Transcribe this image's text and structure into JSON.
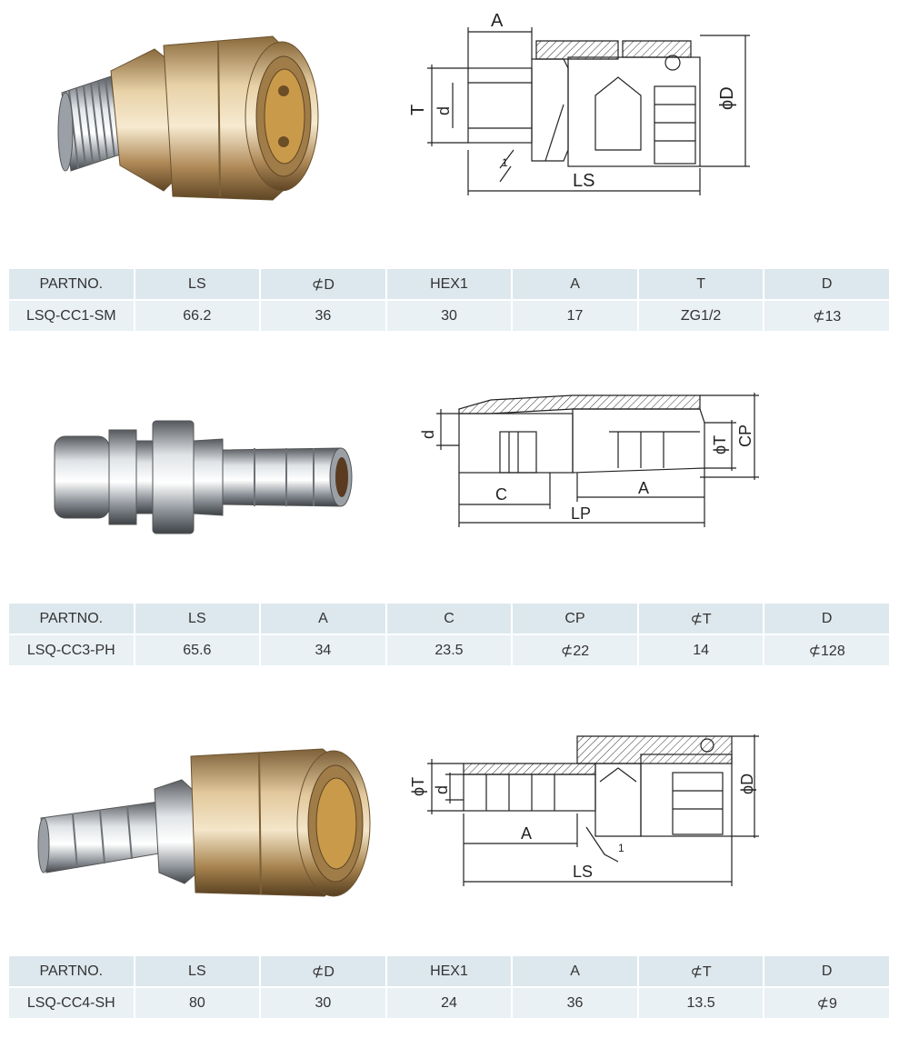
{
  "products": [
    {
      "drawing_labels": {
        "A": "A",
        "T": "T",
        "d": "d",
        "D": "ϕD",
        "LS": "LS",
        "one": "1"
      },
      "headers": [
        "PARTNO.",
        "LS",
        "⊄D",
        "HEX1",
        "A",
        "T",
        "D"
      ],
      "values": [
        "LSQ-CC1-SM",
        "66.2",
        "36",
        "30",
        "17",
        "ZG1/2",
        "⊄13"
      ]
    },
    {
      "drawing_labels": {
        "d": "d",
        "T": "ϕT",
        "CP": "CP",
        "C": "C",
        "A": "A",
        "LP": "LP"
      },
      "headers": [
        "PARTNO.",
        "LS",
        "A",
        "C",
        "CP",
        "⊄T",
        "D"
      ],
      "values": [
        "LSQ-CC3-PH",
        "65.6",
        "34",
        "23.5",
        "⊄22",
        "14",
        "⊄128"
      ]
    },
    {
      "drawing_labels": {
        "T": "ϕT",
        "d": "d",
        "D": "ϕD",
        "A": "A",
        "LS": "LS",
        "one": "1"
      },
      "headers": [
        "PARTNO.",
        "LS",
        "⊄D",
        "HEX1",
        "A",
        "⊄T",
        "D"
      ],
      "values": [
        "LSQ-CC4-SH",
        "80",
        "30",
        "24",
        "36",
        "13.5",
        "⊄9"
      ]
    }
  ],
  "colors": {
    "header_bg": "#dde8ee",
    "row_bg": "#e9f1f5",
    "brass": "#c8a268",
    "chrome": "#b9bec4"
  }
}
